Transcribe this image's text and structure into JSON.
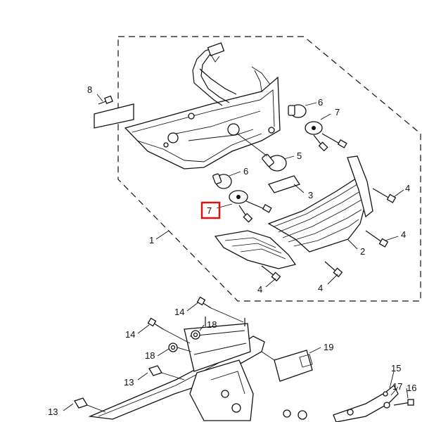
{
  "diagram": {
    "callouts": {
      "p1": "1",
      "p2": "2",
      "p3": "3",
      "p4a": "4",
      "p4b": "4",
      "p4c": "4",
      "p4d": "4",
      "p5": "5",
      "p6a": "6",
      "p6b": "6",
      "p7a": "7",
      "p7b": "7",
      "p8": "8",
      "p13a": "13",
      "p13b": "13",
      "p14a": "14",
      "p14b": "14",
      "p15": "15",
      "p16": "16",
      "p17": "17",
      "p18a": "18",
      "p18b": "18",
      "p19": "19"
    },
    "highlight": {
      "color": "#e01010",
      "target": "7"
    }
  }
}
